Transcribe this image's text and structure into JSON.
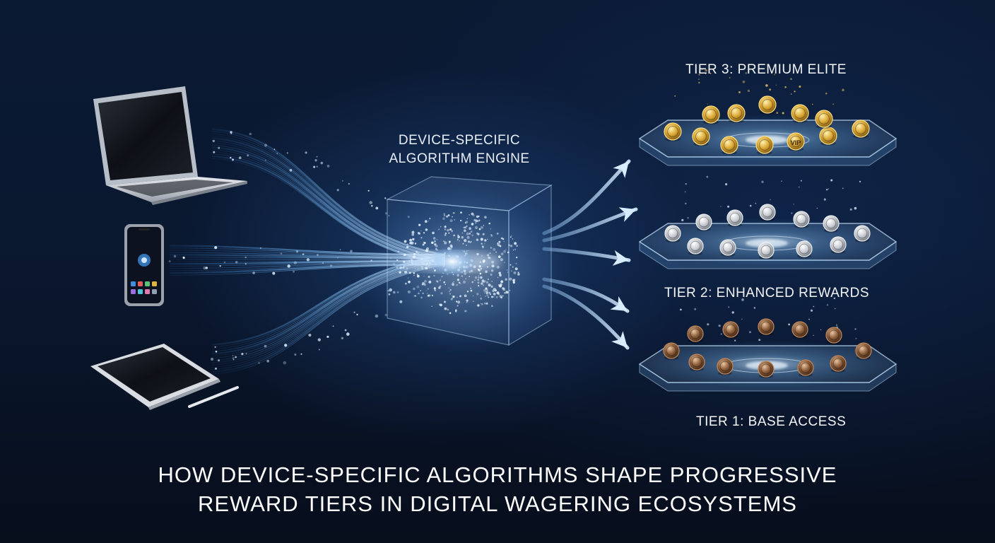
{
  "engine": {
    "title_line1": "DEVICE-SPECIFIC",
    "title_line2": "ALGORITHM ENGINE"
  },
  "devices": [
    {
      "name": "laptop-icon"
    },
    {
      "name": "smartphone-icon"
    },
    {
      "name": "tablet-icon"
    }
  ],
  "tiers": [
    {
      "label": "TIER 3: PREMIUM ELITE",
      "coin_color": "#d9a531",
      "platform_color": "#9fd0ff"
    },
    {
      "label": "TIER 2: ENHANCED REWARDS",
      "coin_color": "#c9cdd3",
      "platform_color": "#9fd0ff"
    },
    {
      "label": "TIER 1: BASE ACCESS",
      "coin_color": "#8a5a38",
      "platform_color": "#9fd0ff"
    }
  ],
  "badges": {
    "vip": "VIP"
  },
  "caption": {
    "line1": "HOW DEVICE-SPECIFIC ALGORITHMS SHAPE PROGRESSIVE",
    "line2": "REWARD TIERS IN DIGITAL WAGERING ECOSYSTEMS"
  },
  "colors": {
    "background": "#0a1830",
    "stream": "#7fc4ff",
    "glow": "#cfe8ff"
  }
}
